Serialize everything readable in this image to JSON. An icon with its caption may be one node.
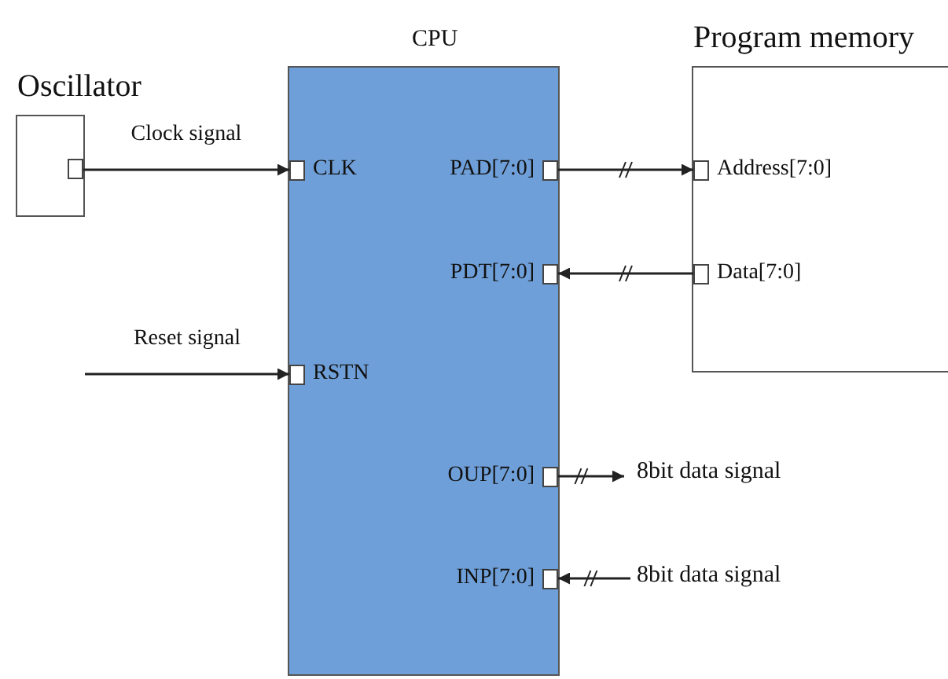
{
  "diagram": {
    "nodes": [
      {
        "text": [
          "Oscillator"
        ]
      },
      {
        "text": [],
        "shape": "box",
        "in": 0
      },
      {
        "text": [
          "CPU"
        ]
      },
      {
        "text": [
          "CLK"
        ],
        "in": 2
      },
      {
        "text": [
          "RSTN"
        ],
        "in": 2
      },
      {
        "text": [
          "PAD[7:0]"
        ],
        "in": 2
      },
      {
        "text": [
          "PDT[7:0]"
        ],
        "in": 2
      },
      {
        "text": [
          "OUP[7:0]"
        ],
        "in": 2
      },
      {
        "text": [
          "INP[7:0]"
        ],
        "in": 2
      },
      {
        "text": [
          "Program memory"
        ]
      },
      {
        "text": [
          "Address[7:0]"
        ],
        "in": 9
      },
      {
        "text": [
          "Data[7:0]"
        ],
        "in": 9
      },
      {
        "text": [
          "8bit data signal"
        ]
      },
      {
        "text": [
          "8bit data signal"
        ]
      }
    ],
    "edges": [
      {
        "from": 1,
        "to": 3,
        "arrow": "to",
        "label": "Clock signal"
      },
      {
        "from": null,
        "to": 4,
        "arrow": "to",
        "label": "Reset signal"
      },
      {
        "from": 5,
        "to": 10,
        "arrow": "to"
      },
      {
        "from": 11,
        "to": 6,
        "arrow": "to"
      },
      {
        "from": 7,
        "to": 12,
        "arrow": "to"
      },
      {
        "from": 13,
        "to": 8,
        "arrow": "to"
      }
    ]
  }
}
